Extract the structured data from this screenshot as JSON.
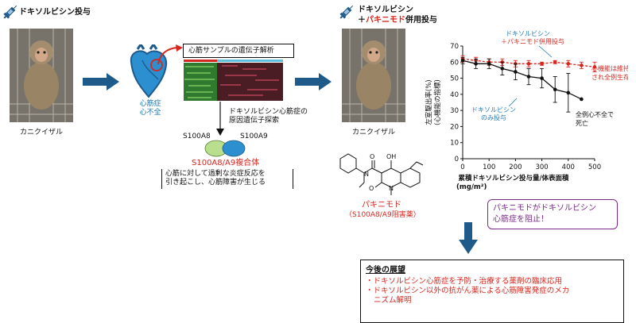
{
  "left_panel": {
    "title": "ドキソルビシン投与",
    "monkey_label": "カニクイザル",
    "heart_label_line1": "心筋症",
    "heart_label_line2": "心不全",
    "analysis_box": "心筋サンプルの遺伝子解析",
    "search_line1": "ドキソルビシン心筋症の",
    "search_line2": "原因遺伝子探索",
    "protein_a": "S100A8",
    "protein_b": "S100A9",
    "complex_label": "S100A8/A9複合体",
    "effect_line1": "心筋に対して過剰な炎症反応を",
    "effect_line2": "引き起こし、心筋障害が生じる"
  },
  "right_panel": {
    "title_line1": "ドキソルビシン",
    "title_line2_prefix": "＋",
    "title_line2_red": "パキニモド",
    "title_line2_suffix": "併用投与",
    "monkey_label": "カニクイザル",
    "drug_name": "パキニモド",
    "drug_note": "（S100A8/A9阻害薬）",
    "callout_line1": "パキニモドがドキソルビシン",
    "callout_line2": "心筋症を阻止！"
  },
  "chart_data": {
    "type": "line",
    "ylabel_line1": "左室駆出率(%)",
    "ylabel_line2": "(心機能の指標)",
    "xlabel_line1": "累積ドキソルビシン投与量/体表面積",
    "xlabel_line2": "(mg/m²)",
    "xlim": [
      0,
      500
    ],
    "ylim": [
      0,
      70
    ],
    "xticks": [
      "0",
      "100",
      "200",
      "300",
      "400",
      "500"
    ],
    "yticks": [
      "0",
      "10",
      "20",
      "30",
      "40",
      "50",
      "60",
      "70"
    ],
    "series": [
      {
        "name_line1": "ドキソルビシン",
        "name_line2": "＋パキニモド併用投与",
        "color": "#d7261e",
        "x": [
          0,
          50,
          100,
          150,
          200,
          250,
          300,
          350,
          400,
          450,
          500
        ],
        "y": [
          62,
          61,
          60,
          60,
          59,
          59,
          59,
          60,
          59,
          58,
          57
        ],
        "err": [
          2,
          2,
          2,
          2,
          2,
          2,
          1,
          1,
          2,
          2,
          3
        ],
        "annotation_line1": "心機能は維持",
        "annotation_line2": "され全例生存"
      },
      {
        "name_line1": "ドキソルビシン",
        "name_line2": "のみ投与",
        "color": "#111111",
        "x": [
          0,
          50,
          100,
          150,
          200,
          250,
          300,
          350,
          400,
          450
        ],
        "y": [
          61,
          59,
          59,
          56,
          54,
          51,
          50,
          43,
          41,
          37
        ],
        "err": [
          2,
          3,
          3,
          4,
          5,
          5,
          6,
          8,
          12,
          0
        ],
        "annotation_line1": "全例心不全で",
        "annotation_line2": "死亡"
      }
    ]
  },
  "outlook": {
    "title": "今後の展望",
    "item1": "・ドキソルビシン心筋症を予防・治療する薬剤の臨床応用",
    "item2_line1": "・ドキソルビシン以外の抗がん薬による心筋障害発症のメカ",
    "item2_line2": "ニズム解明"
  },
  "colors": {
    "accent_red": "#d7261e",
    "accent_blue": "#1f77b4",
    "arrow_blue": "#1e5a8a",
    "callout_border": "#7b2a8c"
  }
}
